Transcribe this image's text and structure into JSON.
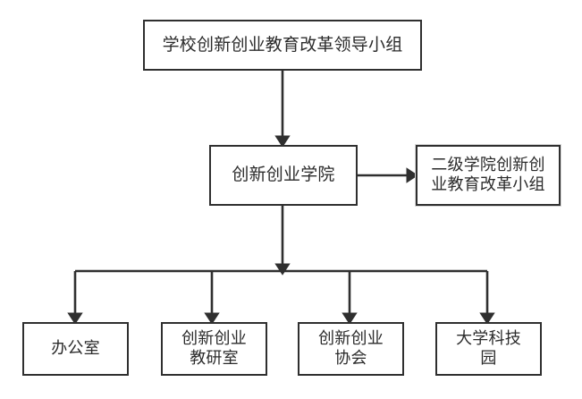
{
  "diagram": {
    "type": "org-chart",
    "background_color": "#ffffff",
    "line_color": "#2f2f2f",
    "text_color": "#2b2b2b",
    "nodes": {
      "top": {
        "label": "学校创新创业教育改革领导小组",
        "level": 1
      },
      "college": {
        "label": "创新创业学院",
        "level": 2
      },
      "secondary": {
        "label": "二级学院创新创\n业教育改革小组",
        "level": 2
      },
      "office": {
        "label": "办公室",
        "level": 3
      },
      "teaching_office": {
        "label": "创新创业\n教研室",
        "level": 3
      },
      "association": {
        "label": "创新创业\n协会",
        "level": 3
      },
      "science_park": {
        "label": "大学科技\n园",
        "level": 3
      }
    },
    "edges": [
      {
        "from": "top",
        "to": "college",
        "style": "arrow-down"
      },
      {
        "from": "college",
        "to": "secondary",
        "style": "arrow-right"
      },
      {
        "from": "college",
        "to": "office",
        "style": "arrow-down-bus"
      },
      {
        "from": "college",
        "to": "teaching_office",
        "style": "arrow-down-bus"
      },
      {
        "from": "college",
        "to": "association",
        "style": "arrow-down-bus"
      },
      {
        "from": "college",
        "to": "science_park",
        "style": "arrow-down-bus"
      }
    ]
  }
}
